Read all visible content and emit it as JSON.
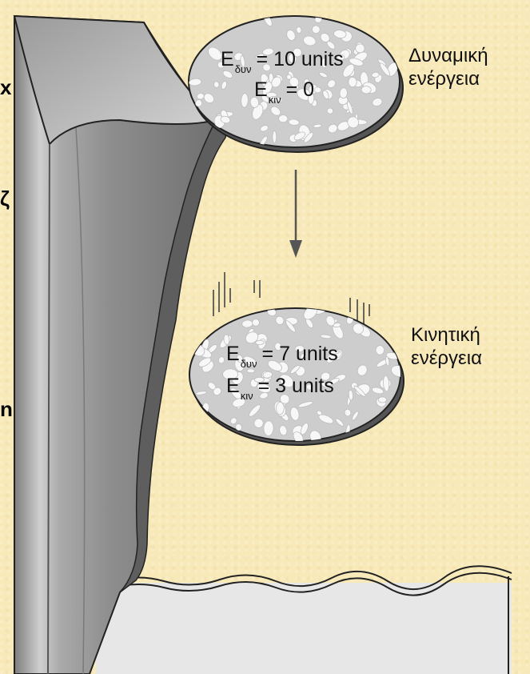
{
  "top_rock": {
    "line1": {
      "symbol": "E",
      "subscript": "δυν",
      "value": "= 10 units"
    },
    "line2": {
      "symbol": "E",
      "subscript": "κιν",
      "value": "= 0"
    }
  },
  "top_label": [
    "Δυναμική",
    "ενέργεια"
  ],
  "bottom_rock": {
    "line1": {
      "symbol": "E",
      "subscript": "δυν",
      "value": "= 7 units"
    },
    "line2": {
      "symbol": "E",
      "subscript": "κιν",
      "value": "= 3 units"
    }
  },
  "bottom_label": [
    "Κινητική",
    "ενέργεια"
  ],
  "edge_fragments": [
    "x",
    "ζ",
    "n"
  ],
  "colors": {
    "background": "#f8e9b8",
    "cliff_light": "#b9b9b9",
    "cliff_dark": "#6a6a6a",
    "rock_fill": "#cfcfcf",
    "water": "#e6e6e6"
  }
}
